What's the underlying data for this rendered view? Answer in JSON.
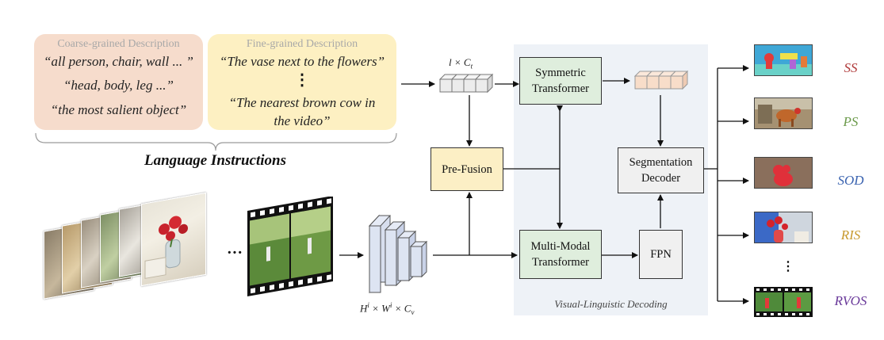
{
  "language": {
    "coarse": {
      "heading": "Coarse-grained Description",
      "lines": [
        "“all person, chair, wall ... ”",
        "“head, body, leg ...”",
        "“the most salient object”"
      ]
    },
    "fine": {
      "heading": "Fine-grained Description",
      "lines": [
        "“The vase next to the flowers”",
        "⋮",
        "“The nearest brown cow in",
        "the video”"
      ]
    },
    "title": "Language Instructions"
  },
  "blocks": {
    "symmetric": [
      "Symmetric",
      "Transformer"
    ],
    "prefusion": "Pre-Fusion",
    "segdecoder": [
      "Segmentation",
      "Decoder"
    ],
    "multimodal": [
      "Multi-Modal",
      "Transformer"
    ],
    "fpn": "FPN"
  },
  "dims": {
    "text": "l × C",
    "text_sub": "t",
    "vis_h": "H",
    "vis_hsup": "i",
    "vis_w": "× W",
    "vis_wsup": "i",
    "vis_c": "× C",
    "vis_csub": "v"
  },
  "panel_label": "Visual-Linguistic Decoding",
  "input_ellipsis": "···",
  "output_ellipsis": "⋮",
  "tasks": [
    {
      "label": "SS",
      "color": "#b03a3a"
    },
    {
      "label": "PS",
      "color": "#6b9a4a"
    },
    {
      "label": "SOD",
      "color": "#3a63b0"
    },
    {
      "label": "RIS",
      "color": "#c89a2e"
    },
    {
      "label": "RVOS",
      "color": "#6a3a9a"
    }
  ],
  "colors": {
    "coarse_bg": "#f6dccc",
    "fine_bg": "#fdf0c2",
    "block_green": "#dfeedd",
    "block_gray": "#f0f0f0",
    "block_yellow": "#fcefc5",
    "panel_bg": "#eef2f7",
    "text_token_out": "#f8ddc9"
  }
}
